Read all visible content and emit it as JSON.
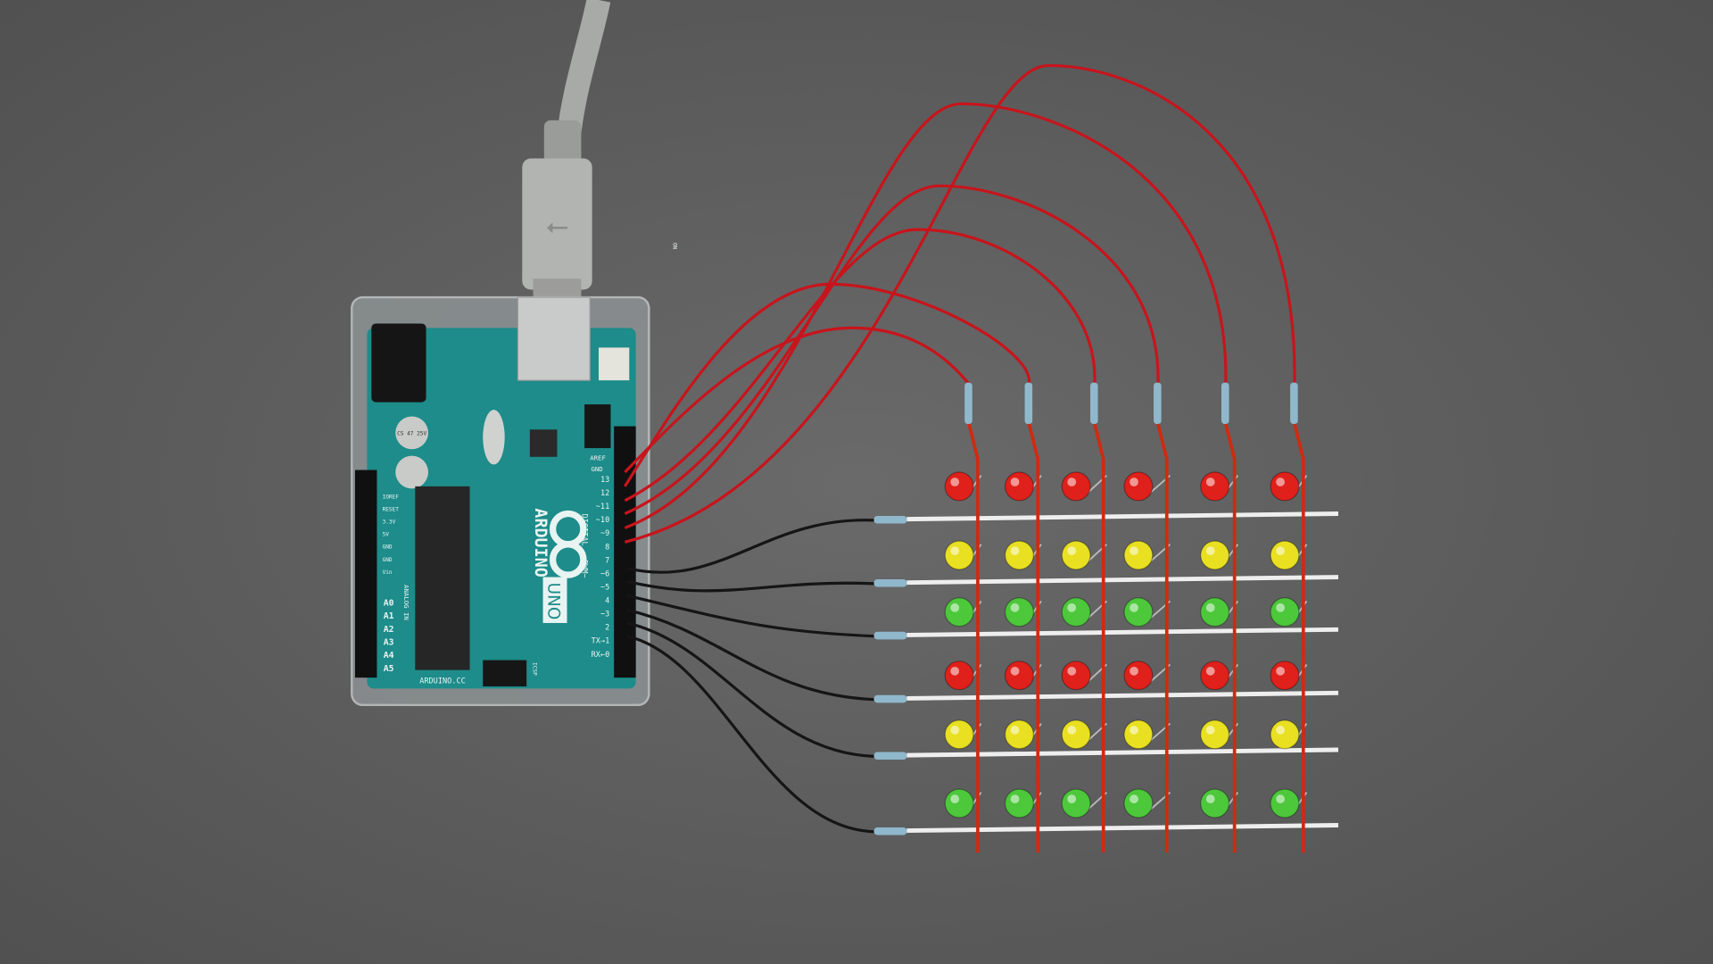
{
  "board": {
    "brand": "ARDUINO",
    "model": "UNO",
    "website": "ARDUINO.CC",
    "digital_label": "DIGITAL - PWM~",
    "analog_label": "ANALOG IN",
    "icsp_label": "ICSP",
    "on_label": "ON",
    "aref_label": "AREF",
    "gnd_label": "GND",
    "digital_pins": [
      "13",
      "12",
      "~11",
      "~10",
      "~9",
      "8",
      "7",
      "~6",
      "~5",
      "4",
      "~3",
      "2",
      "TX→1",
      "RX←0"
    ],
    "power_pins": [
      "IOREF",
      "RESET",
      "3.3V",
      "5V",
      "GND",
      "GND",
      "Vin"
    ],
    "analog_pins": [
      "A0",
      "A1",
      "A2",
      "A3",
      "A4",
      "A5"
    ],
    "cap_label": "CS 47 25V"
  },
  "led_matrix": {
    "columns": 6,
    "row_colors": [
      "red",
      "yellow",
      "green",
      "red",
      "yellow",
      "green"
    ]
  },
  "colors": {
    "background": "#5e5e5e",
    "pcb": "#1d8c8a",
    "red_led": "#e0201a",
    "yellow_led": "#e8e020",
    "green_led": "#4cc83a",
    "red_wire": "#c8141c",
    "black_wire": "#151515"
  }
}
